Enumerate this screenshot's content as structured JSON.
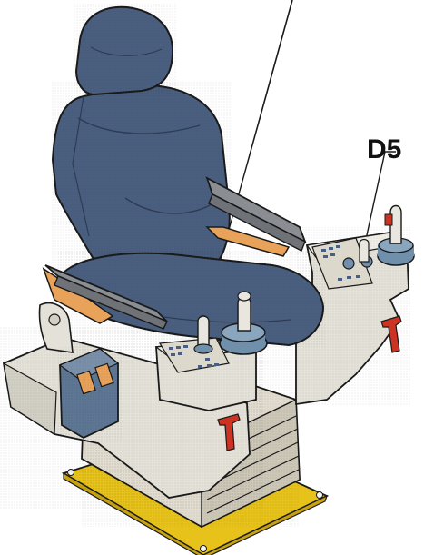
{
  "diagram": {
    "callout_label": "D5",
    "colors": {
      "seat_upholstery": "#4a5f80",
      "armrest_pad": "#8a8d92",
      "armrest_bracket": "#e8a25a",
      "console_body": "#e4e2d8",
      "joystick_base": "#6f8faa",
      "lever_handle": "#cc3322",
      "mounting_plate": "#e6c21a",
      "outline": "#1a1a1a"
    },
    "parts": [
      "seat-headrest",
      "seat-backrest",
      "seat-cushion",
      "left-armrest",
      "right-armrest",
      "left-control-console",
      "right-control-console",
      "left-joystick",
      "right-joystick",
      "left-console-keypad",
      "right-console-keypad",
      "foot-pedal-unit",
      "seat-suspension-bellows",
      "mounting-base-plate",
      "adjustment-levers"
    ]
  }
}
